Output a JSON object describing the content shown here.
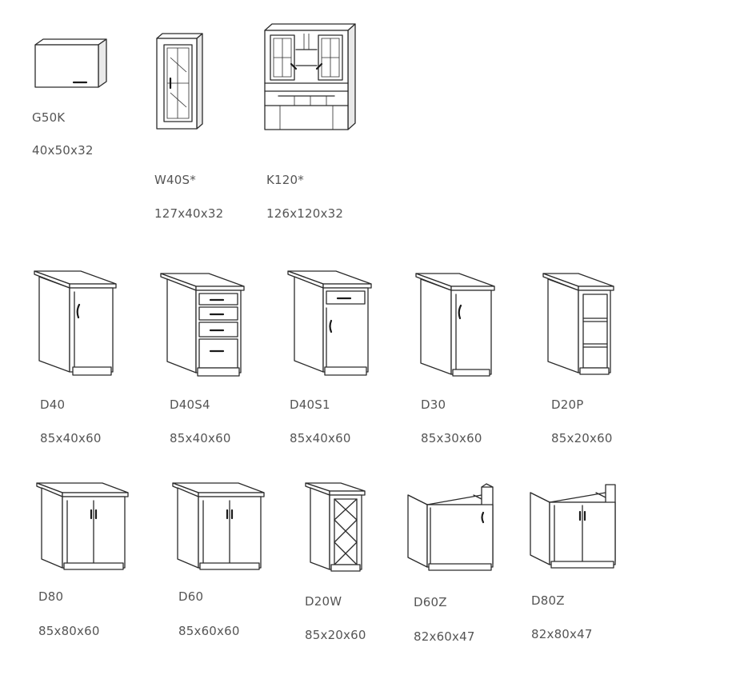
{
  "cabinets": [
    {
      "code": "G50K",
      "dims": "40x50x32"
    },
    {
      "code": "W40S*",
      "dims": "127x40x32"
    },
    {
      "code": "K120*",
      "dims": "126x120x32"
    },
    {
      "code": "D40",
      "dims": "85x40x60"
    },
    {
      "code": "D40S4",
      "dims": "85x40x60"
    },
    {
      "code": "D40S1",
      "dims": "85x40x60"
    },
    {
      "code": "D30",
      "dims": "85x30x60"
    },
    {
      "code": "D20P",
      "dims": "85x20x60"
    },
    {
      "code": "D80",
      "dims": "85x80x60"
    },
    {
      "code": "D60",
      "dims": "85x60x60"
    },
    {
      "code": "D20W",
      "dims": "85x20x60"
    },
    {
      "code": "D60Z",
      "dims": "82x60x47"
    },
    {
      "code": "D80Z",
      "dims": "82x80x47"
    }
  ]
}
